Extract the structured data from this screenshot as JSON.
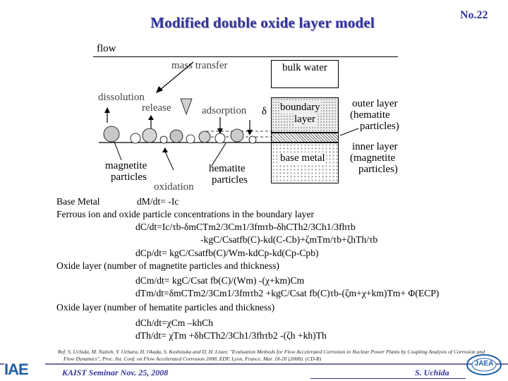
{
  "header": {
    "title": "Modified double oxide layer model",
    "slide_number": "No.22"
  },
  "diagram": {
    "flow": "flow",
    "mass_transfer": "mass transfer",
    "bulk_water": "bulk water",
    "dissolution": "dissolution",
    "release": "release",
    "adsorption": "adsorption",
    "delta": "δ",
    "boundary_layer_1": "boundary",
    "boundary_layer_2": "layer",
    "outer_layer_1": "outer layer",
    "outer_layer_2": "(hematite",
    "outer_layer_3": "particles)",
    "inner_layer_1": "inner layer",
    "inner_layer_2": "(magnetite",
    "inner_layer_3": "particles)",
    "base_metal_box": "base metal",
    "magnetite_1": "magnetite",
    "magnetite_2": "particles",
    "hematite_1": "hematite",
    "hematite_2": "particles",
    "oxidation": "oxidation"
  },
  "equations": {
    "base_metal": "Base Metal",
    "eq1": "dM/dt= -Ic",
    "ferrous_heading": "Ferrous ion and oxide particle concentrations in the boundary layer",
    "eq2": "dC/dt=Ic/τb-δmCTm2/3Cm1/3fmτb-δhCTh2/3Ch1/3fhτb",
    "eq3": "-kgC/Csatfb(C)-kd(C-Cb)+ζmTm/τb+ζhTh/τb",
    "eq4": "dCp/dt= kgC/Csatfb(C)/Wm-kdCp-kd(Cp-Cpb)",
    "magnetite_heading": "Oxide layer (number of magnetite particles and thickness)",
    "eq5": "dCm/dt= kgC/Csat fb(C)/(Wm) -(χ+km)Cm",
    "eq6": "dTm/dt=δmCTm2/3Cm1/3fmτb2 +kgC/Csat fb(C)τb-(ζm+χ+km)Tm+ Φ(ECP)",
    "hematite_heading": "Oxide layer (number of hematite particles and thickness)",
    "eq7": "dCh/dt=χCm –khCh",
    "eq8": "dTh/dt= χTm +δhCTh2/3Ch1/3fhτb2 -(ζh +kh)Th"
  },
  "reference": {
    "line1": "Ref. S. Uchida, M. Naitoh, Y. Uehara, H. Okada, S. Koshizuka and D. H. Lister, \"Evaluation Methods for Flow Accelerated Corrosion in Nuclear Power Plants by Coupling Analysis of Corrosion and",
    "line2": "Flow Dynamics\", Proc. Int. Conf. on Flow Accelerated Corrosion 2008, EDF, Lyon, France, Mar. 18-20 (2008). (CD-R)"
  },
  "footer": {
    "logo_left": "IAE",
    "logo_right": "JAEA",
    "seminar": "KAIST Seminar  Nov. 25, 2008",
    "author": "S. Uchida"
  },
  "colors": {
    "title": "#333399",
    "logo_blue": "#1f5fa8"
  }
}
